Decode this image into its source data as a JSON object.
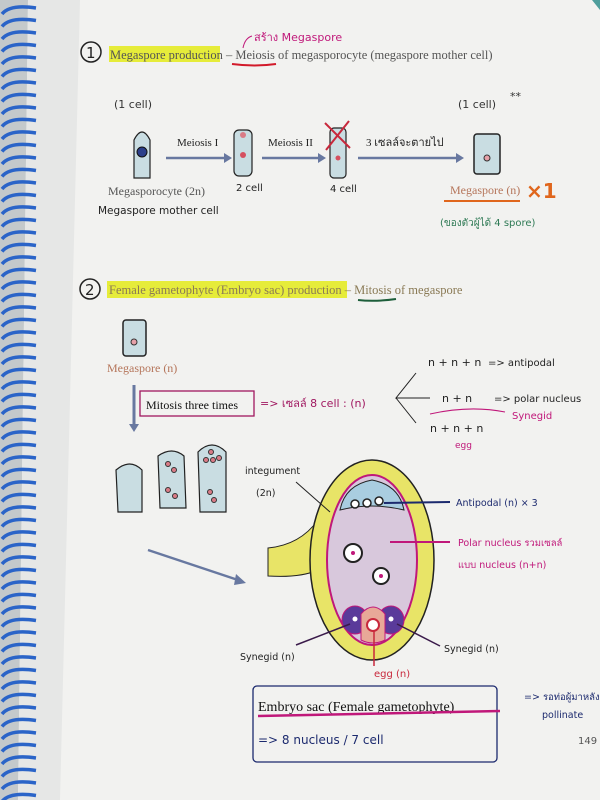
{
  "section1": {
    "number": "1",
    "title_highlight": "Megaspore production",
    "title_dash": "–",
    "title_underlined": "Meiosis",
    "title_rest": "of megasporocyte (megaspore mother cell)",
    "annotation_top": "สร้าง Megaspore",
    "one_cell_left": "(1 cell)",
    "one_cell_right": "(1 cell)",
    "stars": "**",
    "arrow1_label": "Meiosis I",
    "arrow2_label": "Meiosis II",
    "arrow3_label": "3 เซลล์จะตายไป",
    "cell1_label": "Megasporocyte (2n)",
    "cell1_sublabel": "Megaspore mother cell",
    "cell2_label": "2 cell",
    "cell3_label": "4 cell",
    "cell4_label": "Megaspore (n)",
    "times_one": "×1",
    "male_note": "(ของตัวผู้ได้ 4 spore)"
  },
  "section2": {
    "number": "2",
    "title_highlight": "Female gametophyte (Embryo sac) production",
    "title_dash": "–",
    "title_underlined": "Mitosis",
    "title_rest": "of megaspore",
    "megaspore_label": "Megaspore (n)",
    "mitosis_box": "Mitosis three times",
    "eight_cell_note": "=> เซลล์ 8 cell : (n)",
    "branch1": "n + n + n",
    "branch1_result": "=> antipodal",
    "branch2": "n + n",
    "branch2_result": "=> polar nucleus",
    "branch3": "n + n + n",
    "branch3_synergid": "Synegid",
    "branch3_egg": "egg",
    "integument_label": "integument",
    "integument_ploidy": "(2n)",
    "antipodal_label": "Antipodal (n) × 3",
    "polar_label_line1": "Polar nucleus รวมเซลล์",
    "polar_label_line2": "แบบ nucleus (n+n)",
    "synergid_left": "Synegid (n)",
    "synergid_right": "Synegid (n)",
    "egg_label": "egg (n)",
    "summary_title": "Embryo sac (Female gametophyte)",
    "summary_note": "=> 8 nucleus / 7 cell",
    "side_note_line1": "=> รอท่อผู้มาหลัง",
    "side_note_line2": "pollinate"
  },
  "page_number": "149",
  "colors": {
    "highlight": "#e6ec3a",
    "spiral": "#2a64c8",
    "orange": "#e0661c",
    "magenta": "#c0187a",
    "navy": "#1c2a6e",
    "cell_fill": "#c9dde2",
    "integument": "#e8e467"
  }
}
